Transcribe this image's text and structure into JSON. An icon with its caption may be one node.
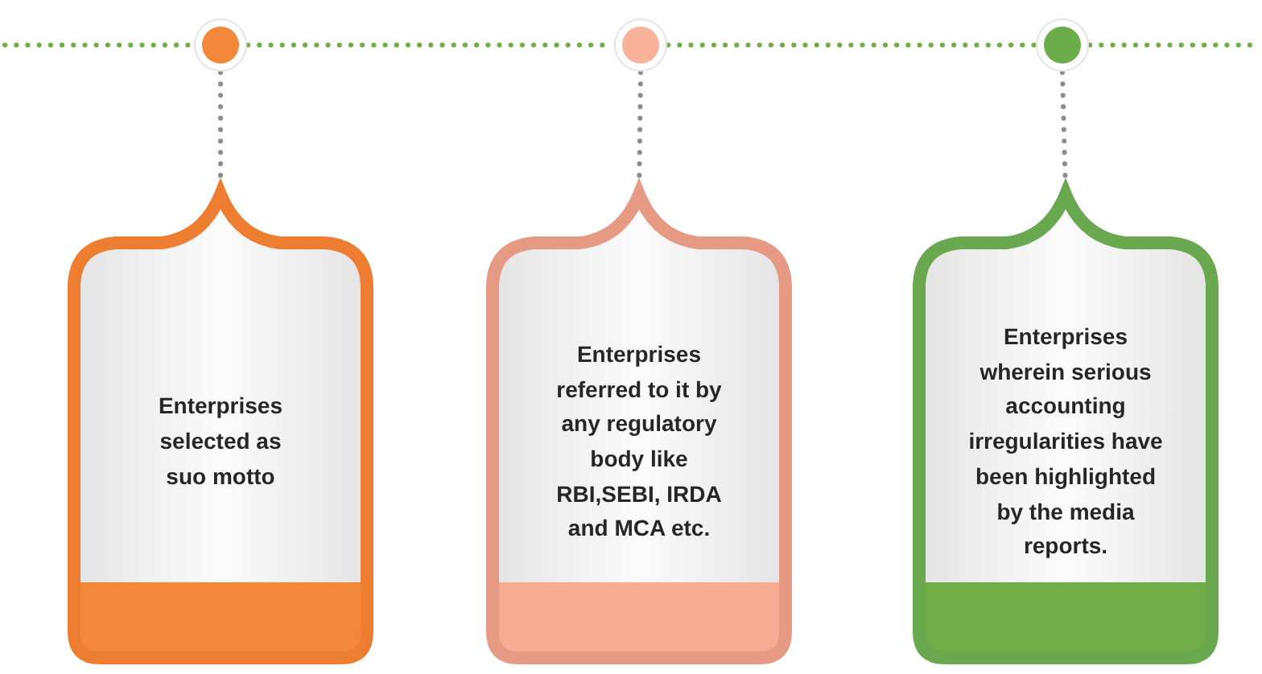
{
  "diagram": {
    "nodes": [
      {
        "text": [],
        "shape": "circle"
      },
      {
        "text": [],
        "shape": "circle"
      },
      {
        "text": [],
        "shape": "circle"
      },
      {
        "text": [
          "Enterprises selected as suo motto"
        ]
      },
      {
        "text": [
          "Enterprises referred to it by any regulatory body like RBI,SEBI, IRDA and MCA etc."
        ]
      },
      {
        "text": [
          "Enterprises wherein serious accounting irregularities have been highlighted by the media reports."
        ]
      }
    ],
    "edges": [
      {
        "from": 0,
        "to": 1,
        "arrow": "none",
        "color": "#70ad47"
      },
      {
        "from": 1,
        "to": 2,
        "arrow": "none",
        "color": "#70ad47"
      },
      {
        "from": 0,
        "to": 3,
        "arrow": "none"
      },
      {
        "from": 1,
        "to": 4,
        "arrow": "none"
      },
      {
        "from": 2,
        "to": 5,
        "arrow": "none"
      }
    ]
  }
}
